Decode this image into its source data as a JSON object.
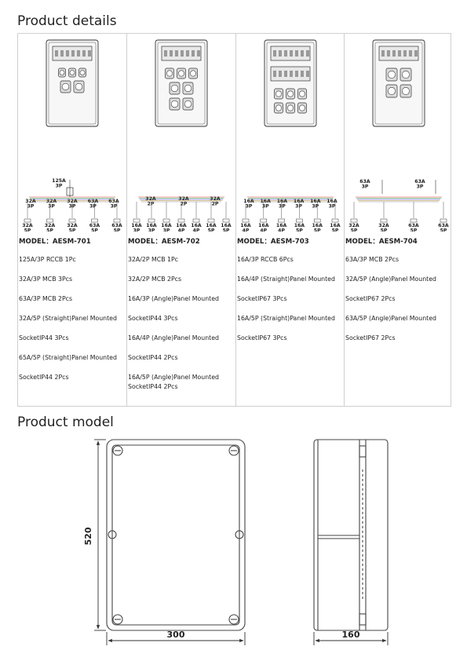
{
  "sections": {
    "details_title": "Product details",
    "model_title": "Product model"
  },
  "products": [
    {
      "model": "MODEL：AESM-701",
      "specs": [
        "125A/3P RCCB 1Pc",
        "32A/3P MCB 3Pcs",
        "63A/3P MCB 2Pcs",
        "32A/5P (Straight)Panel Mounted",
        "SocketIP44 3Pcs",
        "65A/5P (Straight)Panel Mounted",
        "SocketIP44 2Pcs"
      ],
      "breaker_labels": {
        "main": "125A\n3P",
        "row": [
          "32A\n3P",
          "32A\n3P",
          "32A\n3P",
          "63A\n3P",
          "63A\n3P"
        ]
      },
      "socket_labels": [
        "32A\n5P",
        "32A\n5P",
        "32A\n5P",
        "63A\n5P",
        "63A\n5P"
      ]
    },
    {
      "model": "MODEL：AESM-702",
      "specs": [
        "32A/2P MCB 1Pc",
        "32A/2P MCB 2Pcs",
        "16A/3P (Angle)Panel Mounted",
        "SocketIP44 3Pcs",
        "16A/4P (Angle)Panel Mounted",
        "SocketIP44 2Pcs",
        "16A/5P (Angle)Panel Mounted SocketIP44 2Pcs"
      ],
      "breaker_labels": {
        "row": [
          "32A\n2P",
          "32A\n2P",
          "32A\n2P"
        ]
      },
      "socket_labels": [
        "16A\n3P",
        "16A\n3P",
        "16A\n3P",
        "16A\n4P",
        "16A\n4P",
        "16A\n5P",
        "16A\n5P"
      ]
    },
    {
      "model": "MODEL：AESM-703",
      "specs": [
        "16A/3P RCCB 6Pcs",
        "16A/4P (Straight)Panel Mounted",
        "SocketIP67 3Pcs",
        "16A/5P (Straight)Panel Mounted",
        "SocketIP67 3Pcs"
      ],
      "breaker_labels": {
        "row": [
          "16A\n3P",
          "16A\n3P",
          "16A\n3P",
          "16A\n3P",
          "16A\n3P",
          "16A\n3P"
        ]
      },
      "socket_labels": [
        "16A\n4P",
        "16A\n4P",
        "16A\n4P",
        "16A\n5P",
        "16A\n5P",
        "16A\n5P"
      ]
    },
    {
      "model": "MODEL：AESM-704",
      "specs": [
        "63A/3P MCB 2Pcs",
        "32A/5P (Angle)Panel Mounted",
        "SocketIP67 2Pcs",
        "63A/5P (Angle)Panel Mounted",
        "SocketIP67 2Pcs"
      ],
      "breaker_labels": {
        "row": [
          "63A\n3P",
          "63A\n3P"
        ]
      },
      "socket_labels": [
        "32A\n5P",
        "32A\n5P",
        "63A\n5P",
        "63A\n5P"
      ]
    }
  ],
  "dimensions": {
    "height": "520",
    "width": "300",
    "depth": "160"
  }
}
